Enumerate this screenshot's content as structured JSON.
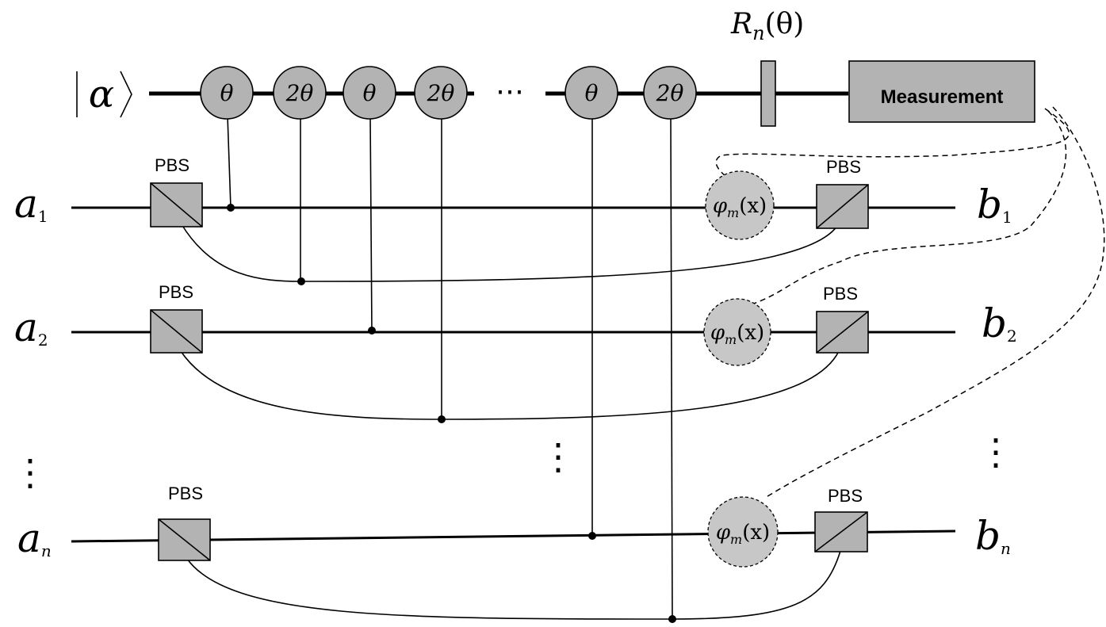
{
  "input_state": {
    "label": "α"
  },
  "gates": [
    "θ",
    "2θ",
    "θ",
    "2θ",
    "θ",
    "2θ"
  ],
  "bus_ellipsis": "⋯",
  "rotation": {
    "symbol": "R",
    "subscript": "n",
    "argument": "(θ)"
  },
  "measurement_label": "Measurement",
  "pbs_label": "PBS",
  "phase_shifter": {
    "symbol": "φ",
    "subscript": "m",
    "argument": "(x)"
  },
  "modes": [
    {
      "in_symbol": "a",
      "in_sub": "1",
      "out_symbol": "b",
      "out_sub": "1"
    },
    {
      "in_symbol": "a",
      "in_sub": "2",
      "out_symbol": "b",
      "out_sub": "2"
    },
    {
      "in_symbol": "a",
      "in_sub": "n",
      "out_symbol": "b",
      "out_sub": "n"
    }
  ],
  "vertical_ellipsis": "⋮"
}
